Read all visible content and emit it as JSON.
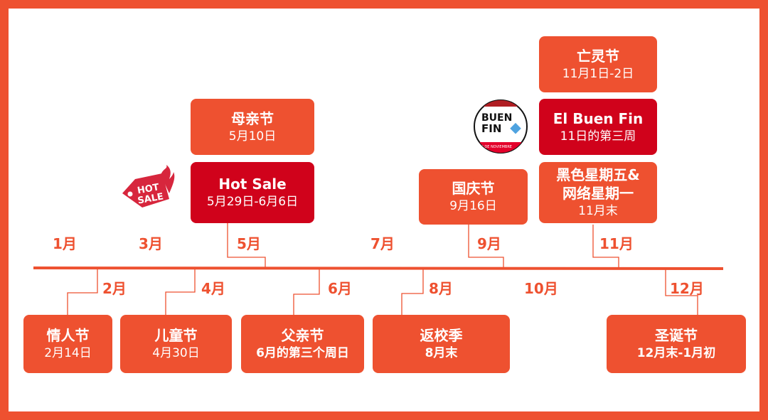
{
  "colors": {
    "primary": "#EE5130",
    "highlight": "#D0021B"
  },
  "months_top": [
    "1月",
    "3月",
    "5月",
    "7月",
    "9月",
    "11月"
  ],
  "months_bottom": [
    "2月",
    "4月",
    "6月",
    "8月",
    "10月",
    "12月"
  ],
  "events_top": [
    {
      "title": "母亲节",
      "date": "5月10日"
    },
    {
      "title": "Hot Sale",
      "date": "5月29日-6月6日"
    },
    {
      "title": "国庆节",
      "date": "9月16日"
    },
    {
      "title": "亡灵节",
      "date": "11月1日-2日"
    },
    {
      "title": "El Buen Fin",
      "date": "11日的第三周"
    },
    {
      "title": "黑色星期五&",
      "title2": "网络星期一",
      "date": "11月末"
    }
  ],
  "events_bottom": [
    {
      "title": "情人节",
      "date": "2月14日"
    },
    {
      "title": "儿童节",
      "date": "4月30日"
    },
    {
      "title": "父亲节",
      "date": "6月的第三个周日"
    },
    {
      "title": "返校季",
      "date": "8月末"
    },
    {
      "title": "圣诞节",
      "date": "12月末-1月初"
    }
  ],
  "logos": {
    "hot_sale": {
      "line1": "HOT",
      "line2": "SALE"
    },
    "buen_fin": {
      "line1": "BUEN",
      "line2": "FIN",
      "footer": "- 20 DE NOVIEMBRE"
    }
  }
}
